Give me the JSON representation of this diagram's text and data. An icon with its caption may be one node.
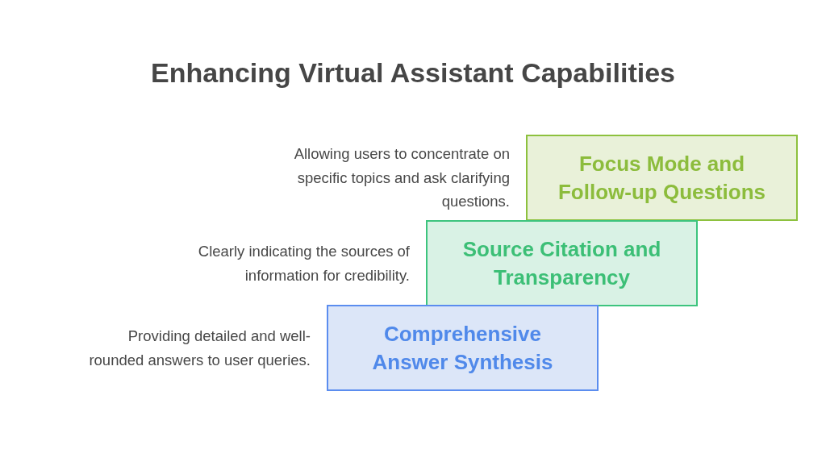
{
  "diagram": {
    "title": "Enhancing Virtual Assistant Capabilities",
    "nodes": [
      {
        "text": [
          "Focus Mode and Follow-up Questions"
        ],
        "beside": [
          "Allowing users to concentrate on specific topics and ask clarifying questions."
        ]
      },
      {
        "text": [
          "Source Citation and Transparency"
        ],
        "beside": [
          "Clearly indicating the sources of information for credibility."
        ]
      },
      {
        "text": [
          "Comprehensive Answer Synthesis"
        ],
        "beside": [
          "Providing detailed and well-rounded answers to user queries."
        ]
      }
    ]
  }
}
